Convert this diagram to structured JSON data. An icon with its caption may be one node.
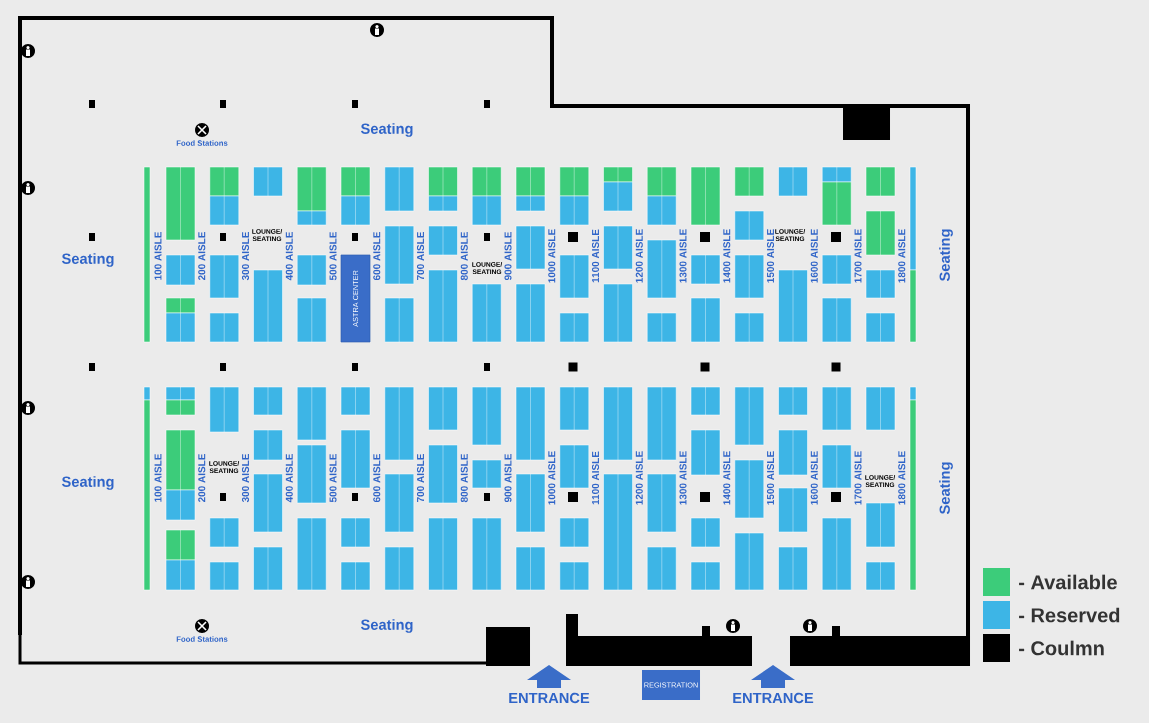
{
  "diagram": {
    "nodes": [
      {
        "text": [
          "ASTRA CENTER"
        ]
      },
      {
        "text": [
          "REGISTRATION"
        ]
      }
    ],
    "edges": [],
    "labels": [
      "Food Stations",
      "Seating",
      "Seating",
      "100 AISLE",
      "200 AISLE",
      "300 AISLE",
      "400 AISLE",
      "500 AISLE",
      "600 AISLE",
      "700 AISLE",
      "800 AISLE",
      "900 AISLE",
      "1000 AISLE",
      "1100 AISLE",
      "1200 AISLE",
      "1300 AISLE",
      "1400 AISLE",
      "1500 AISLE",
      "1600 AISLE",
      "1700 AISLE",
      "1800 AISLE",
      "LOUNGE/ SEATING",
      "LOUNGE/ SEATING",
      "LOUNGE/ SEATING",
      "Seating",
      "Seating",
      "100 AISLE",
      "200 AISLE",
      "300 AISLE",
      "400 AISLE",
      "500 AISLE",
      "600 AISLE",
      "700 AISLE",
      "800 AISLE",
      "900 AISLE",
      "1000 AISLE",
      "1100 AISLE",
      "1200 AISLE",
      "1300 AISLE",
      "1400 AISLE",
      "1500 AISLE",
      "1600 AISLE",
      "1700 AISLE",
      "1800 AISLE",
      "LOUNGE/ SEATING",
      "LOUNGE/ SEATING",
      "Seating",
      "Food Stations",
      "Seating",
      "ENTRANCE",
      "ENTRANCE"
    ],
    "legend": [
      {
        "text": "- Available",
        "color": "#3ccc7a"
      },
      {
        "text": "- Reserved",
        "color": "#3db5e6"
      },
      {
        "text": "- Coulmn",
        "color": "#000000"
      }
    ]
  }
}
